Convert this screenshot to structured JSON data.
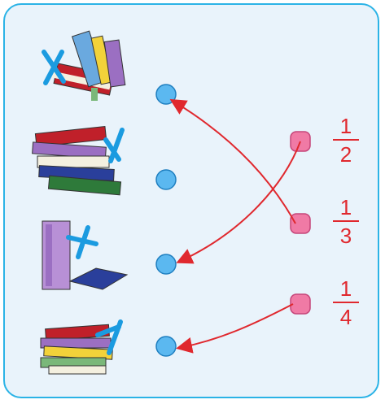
{
  "fractions": [
    {
      "num": "1",
      "den": "2"
    },
    {
      "num": "1",
      "den": "3"
    },
    {
      "num": "1",
      "den": "4"
    }
  ],
  "colors": {
    "border": "#2bb3e6",
    "background": "#e9f3fb",
    "blue_dot": "#5bb8f0",
    "pink_square": "#f07aa5",
    "arrow": "#e0282e",
    "cross": "#1b9be0"
  },
  "icons": [
    "book-stack-icon",
    "cross-mark-icon",
    "circle-dot-icon",
    "pink-square-icon",
    "arrow-icon"
  ],
  "matches": [
    {
      "from": "1/2",
      "to": "books-3"
    },
    {
      "from": "1/3",
      "to": "books-1"
    },
    {
      "from": "1/4",
      "to": "books-4"
    }
  ]
}
